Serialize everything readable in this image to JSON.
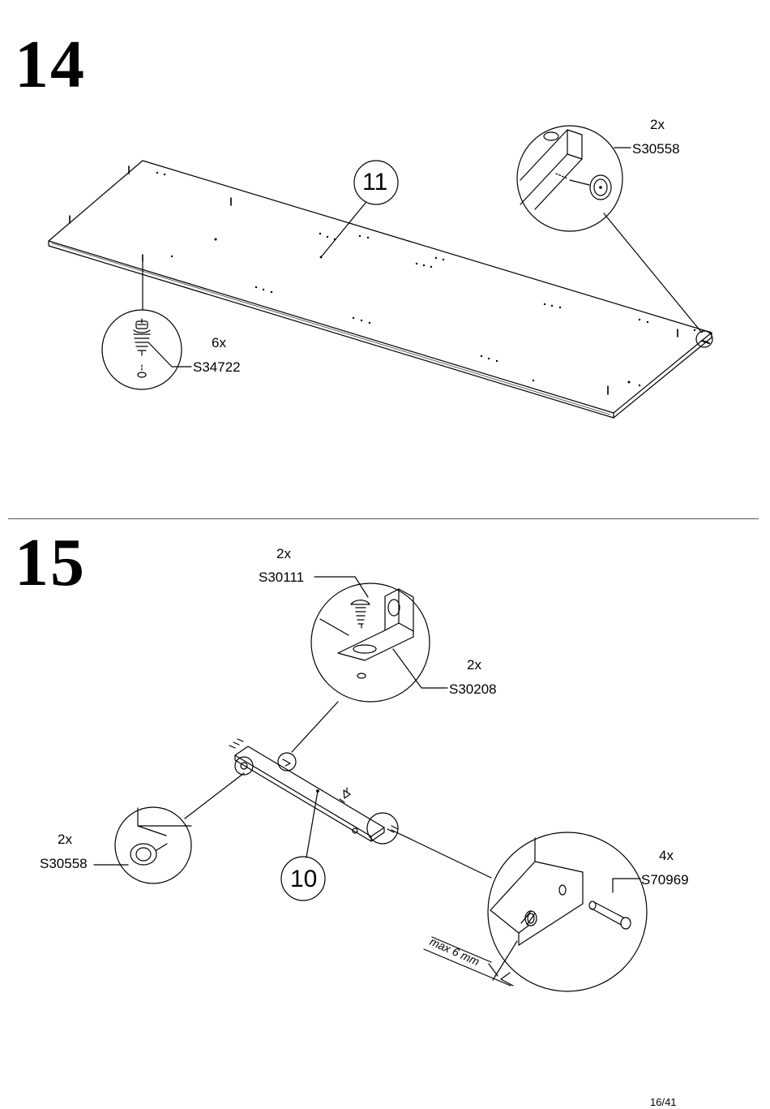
{
  "page": {
    "page_number": "16/41",
    "accent_color": "#000000"
  },
  "step14": {
    "number": "14",
    "part_label": "11",
    "callout_cam": {
      "qty": "6x",
      "code": "S34722"
    },
    "callout_glider": {
      "qty": "2x",
      "code": "S30558"
    }
  },
  "step15": {
    "number": "15",
    "part_label": "10",
    "callout_screw": {
      "qty": "2x",
      "code": "S30111"
    },
    "callout_bracket": {
      "qty": "2x",
      "code": "S30208"
    },
    "callout_glider": {
      "qty": "2x",
      "code": "S30558"
    },
    "callout_dowel": {
      "qty": "4x",
      "code": "S70969"
    },
    "dimension_note": "max 6 mm"
  }
}
